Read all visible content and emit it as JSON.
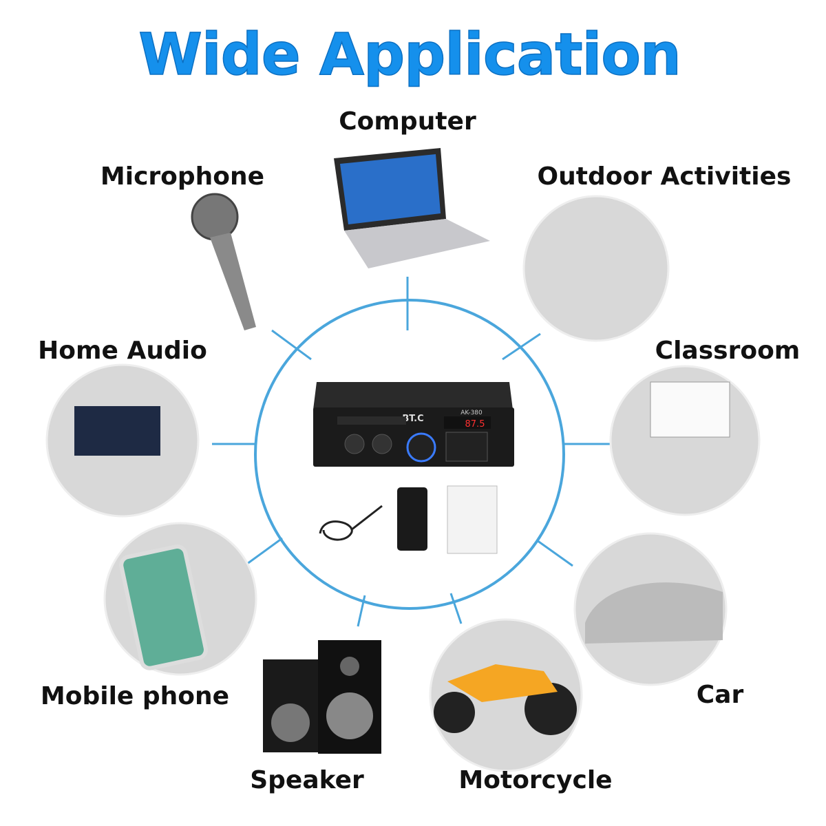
{
  "title": "Wide Application",
  "center_product": {
    "brand": "BT.C",
    "model": "AK-380",
    "display": "87.5"
  },
  "accent_color": "#1590ec",
  "applications": [
    {
      "label": "Computer",
      "icon": "laptop-icon"
    },
    {
      "label": "Microphone",
      "icon": "microphone-icon"
    },
    {
      "label": "Outdoor Activities",
      "icon": "crowd-photo"
    },
    {
      "label": "Home Audio",
      "icon": "tv-photo"
    },
    {
      "label": "Classroom",
      "icon": "classroom-photo"
    },
    {
      "label": "Mobile phone",
      "icon": "phone-photo"
    },
    {
      "label": "Car",
      "icon": "car-photo"
    },
    {
      "label": "Speaker",
      "icon": "speaker-icon"
    },
    {
      "label": "Motorcycle",
      "icon": "motorcycle-photo"
    }
  ]
}
